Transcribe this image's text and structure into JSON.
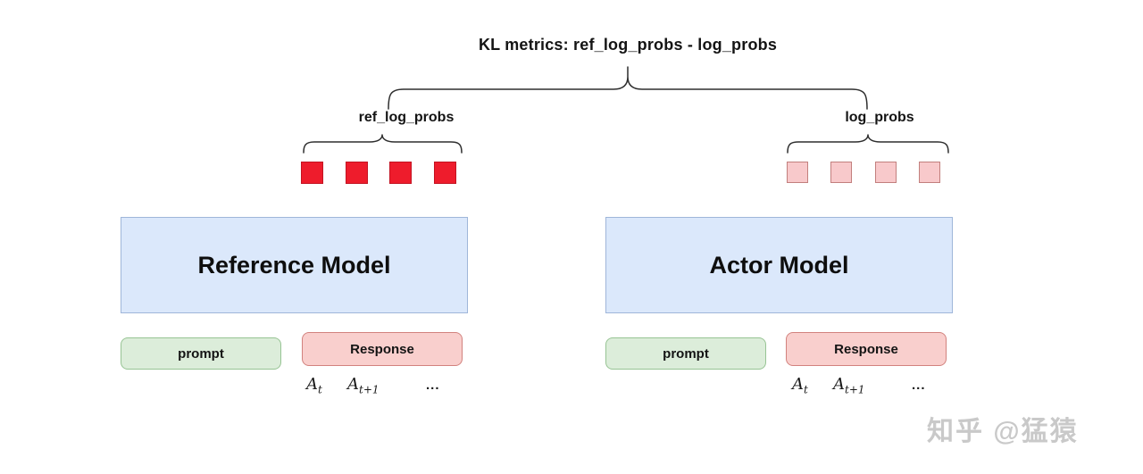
{
  "title": "KL metrics: ref_log_probs - log_probs",
  "branches": {
    "left": {
      "label": "ref_log_probs",
      "square_count": 4,
      "square_color": "#ee1c2c",
      "model": "Reference Model",
      "prompt": "prompt",
      "response": "Response",
      "tokens": [
        {
          "base": "A",
          "sub": "t"
        },
        {
          "base": "A",
          "sub": "t+1"
        },
        {
          "base": "...",
          "sub": ""
        }
      ]
    },
    "right": {
      "label": "log_probs",
      "square_count": 4,
      "square_color": "#f8c9cb",
      "model": "Actor Model",
      "prompt": "prompt",
      "response": "Response",
      "tokens": [
        {
          "base": "A",
          "sub": "t"
        },
        {
          "base": "A",
          "sub": "t+1"
        },
        {
          "base": "...",
          "sub": ""
        }
      ]
    }
  },
  "colors": {
    "model_box_fill": "#dbe8fb",
    "model_box_border": "#9fb6d9",
    "prompt_fill": "#dcedda",
    "prompt_border": "#97c494",
    "response_fill": "#f9cfcd",
    "response_border": "#d2827e",
    "red_square_fill": "#ee1c2c",
    "red_square_border": "#c31322",
    "pink_square_fill": "#f8c9cb",
    "pink_square_border": "#c27f7d",
    "brace_stroke": "#2e2e2e",
    "watermark_gray": "#c9c9c9"
  },
  "watermark": "知乎 @猛猿"
}
